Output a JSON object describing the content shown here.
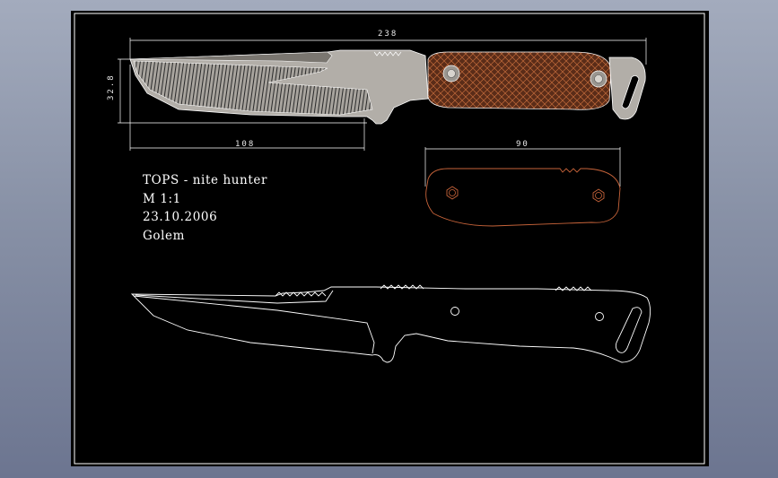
{
  "drawing": {
    "dimensions": {
      "overall_length": "238",
      "blade_length": "108",
      "blade_height": "32.8",
      "scale_width": "90"
    },
    "title_block": {
      "title": "TOPS - nite hunter",
      "scale": "M  1:1",
      "date": "23.10.2006",
      "author": "Golem"
    }
  },
  "colors": {
    "background": "#000000",
    "line": "#ffffff",
    "steel": "#b0aca6",
    "handle": "#5a2c18",
    "hatch": "#c06a3a",
    "scale_outline": "#c8643a"
  }
}
